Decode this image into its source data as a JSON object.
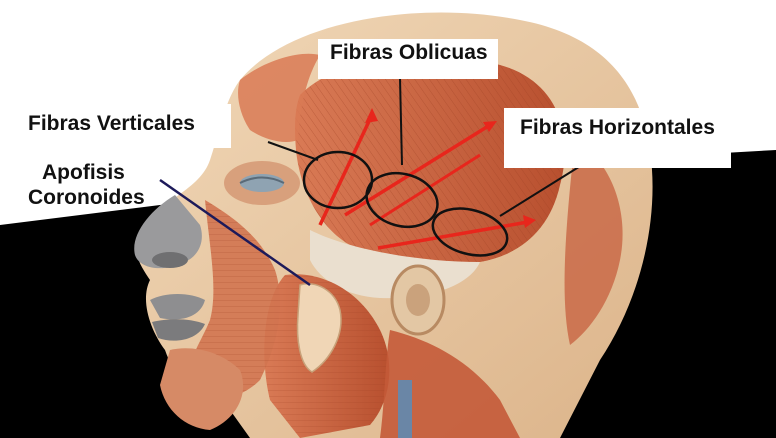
{
  "labels": {
    "oblicuas": "Fibras Oblicuas",
    "verticales": "Fibras Verticales",
    "horizontales": "Fibras Horizontales",
    "apofisis_line1": "Apofisis",
    "apofisis_line2": "Coronoides"
  },
  "colors": {
    "arrow": "#e8261c",
    "outline": "#111111",
    "pointer_line": "#1d1a5a",
    "background_dark": "#000000",
    "skin": "#e9c9a2",
    "muscle": "#c9603d"
  }
}
